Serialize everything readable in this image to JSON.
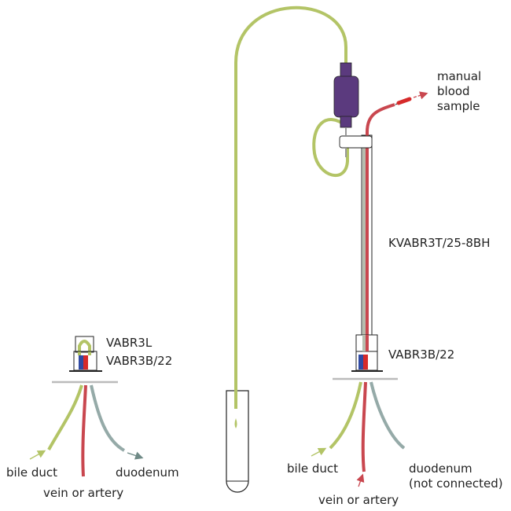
{
  "colors": {
    "bile": "#b3c466",
    "blood": "#c9474f",
    "duodenum": "#95aaa8",
    "syringe": "#5b3a7e",
    "blue": "#2f4aa3",
    "redchannel": "#d62a2a",
    "outline": "#222222",
    "plate": "#bbbbbb"
  },
  "left_setup": {
    "label_top": "VABR3L",
    "label_bottom": "VABR3B/22",
    "bile": "bile duct",
    "vein": "vein or artery",
    "duodenum": "duodenum"
  },
  "right_setup": {
    "manual_line1": "manual",
    "manual_line2": "blood",
    "manual_line3": "sample",
    "catheter_label": "KVABR3T/25-8BH",
    "port_label": "VABR3B/22",
    "bile": "bile duct",
    "vein": "vein or artery",
    "duodenum_line1": "duodenum",
    "duodenum_line2": "(not connected)"
  }
}
